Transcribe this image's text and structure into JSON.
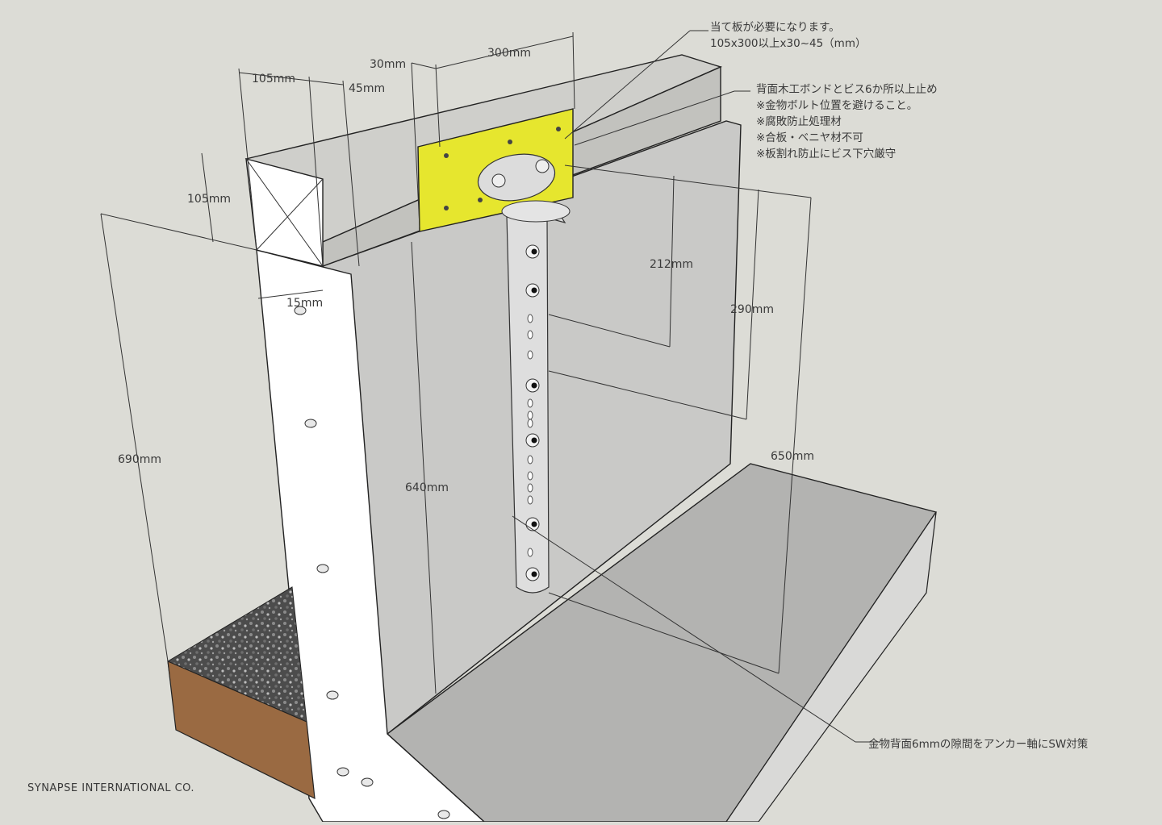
{
  "dimensions": {
    "d_105_top": "105mm",
    "d_45": "45mm",
    "d_30": "30mm",
    "d_300": "300mm",
    "d_105_left": "105mm",
    "d_15": "15mm",
    "d_690": "690mm",
    "d_640": "640mm",
    "d_212": "212mm",
    "d_290": "290mm",
    "d_650": "650mm"
  },
  "notes": {
    "backing_line1": "当て板が必要になります。",
    "backing_line2": "105x300以上x30~45（mm）",
    "adhesive_line1": "背面木工ボンドとビス6か所以上止め",
    "adhesive_line2": "※金物ボルト位置を避けること。",
    "adhesive_line3": "※腐敗防止処理材",
    "adhesive_line4": "※合板・ベニヤ材不可",
    "adhesive_line5": "※板割れ防止にビス下穴厳守",
    "gap": "金物背面6mmの隙間をアンカー軸にSW対策"
  },
  "credit": "SYNAPSE INTERNATIONAL CO.",
  "colors": {
    "background": "#dcdcd6",
    "wall": "#c9c9c7",
    "beam_top": "#cfcfcb",
    "backing_plate": "#e6e62e",
    "soil": "#9a6a42",
    "gravel": "#4a4a4a"
  }
}
